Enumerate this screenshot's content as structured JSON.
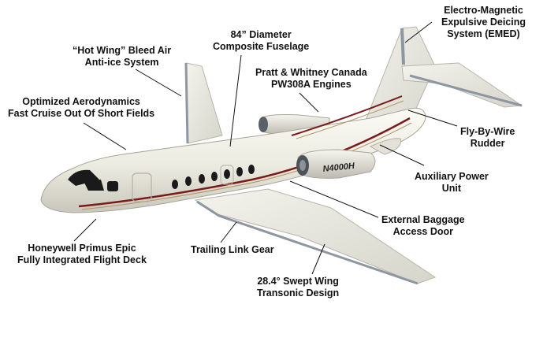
{
  "callouts": [
    {
      "name": "emed-label",
      "lines": [
        "Electro-Magnetic",
        "Expulsive Deicing",
        "System (EMED)"
      ]
    },
    {
      "name": "fuselage-label",
      "lines": [
        "84” Diameter",
        "Composite Fuselage"
      ]
    },
    {
      "name": "hot-wing-label",
      "lines": [
        "“Hot Wing” Bleed Air",
        "Anti-ice System"
      ]
    },
    {
      "name": "engines-label",
      "lines": [
        "Pratt & Whitney Canada",
        "PW308A Engines"
      ]
    },
    {
      "name": "aerodynamics-label",
      "lines": [
        "Optimized Aerodynamics",
        "Fast Cruise Out Of Short Fields"
      ]
    },
    {
      "name": "rudder-label",
      "lines": [
        "Fly-By-Wire",
        "Rudder"
      ]
    },
    {
      "name": "apu-label",
      "lines": [
        "Auxiliary Power",
        "Unit"
      ]
    },
    {
      "name": "baggage-door-label",
      "lines": [
        "External Baggage",
        "Access Door"
      ]
    },
    {
      "name": "flight-deck-label",
      "lines": [
        "Honeywell Primus Epic",
        "Fully Integrated Flight Deck"
      ]
    },
    {
      "name": "landing-gear-label",
      "lines": [
        "Trailing Link Gear"
      ]
    },
    {
      "name": "swept-wing-label",
      "lines": [
        "28.4° Swept Wing",
        "Transonic Design"
      ]
    }
  ],
  "aircraft": {
    "registration": "N4000H"
  },
  "colors": {
    "fuselage": "#f1efe6",
    "stripe": "#7a1a1a",
    "wing_edge": "#9aa4ae",
    "window": "#1a1a1a",
    "text": "#111111"
  }
}
